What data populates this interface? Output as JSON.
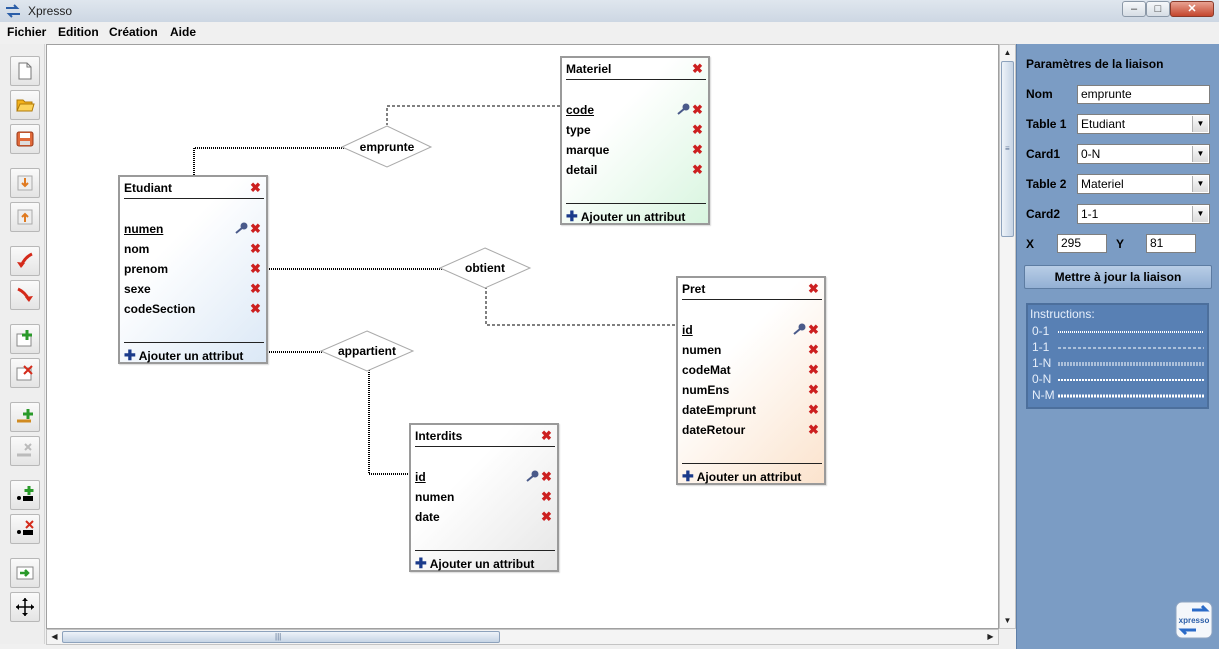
{
  "window": {
    "title": "Xpresso",
    "min": "–",
    "max": "□",
    "close": "✕"
  },
  "menu": [
    "Fichier",
    "Edition",
    "Création",
    "Aide"
  ],
  "toolbar_icons": [
    "new-file-icon",
    "open-folder-icon",
    "save-icon",
    "import-icon",
    "export-icon",
    "undo-icon",
    "redo-icon",
    "add-table-icon",
    "delete-table-icon",
    "add-relation-icon",
    "delete-relation-icon",
    "add-attribute-icon",
    "delete-attribute-icon",
    "generate-icon",
    "move-icon"
  ],
  "entities": {
    "etudiant": {
      "name": "Etudiant",
      "attributes": [
        "numen",
        "nom",
        "prenom",
        "sexe",
        "codeSection"
      ],
      "add": "Ajouter un attribut"
    },
    "materiel": {
      "name": "Materiel",
      "attributes": [
        "code",
        "type",
        "marque",
        "detail"
      ],
      "add": "Ajouter un attribut"
    },
    "pret": {
      "name": "Pret",
      "attributes": [
        "id",
        "numen",
        "codeMat",
        "numEns",
        "dateEmprunt",
        "dateRetour"
      ],
      "add": "Ajouter un attribut"
    },
    "interdits": {
      "name": "Interdits",
      "attributes": [
        "id",
        "numen",
        "date"
      ],
      "add": "Ajouter un attribut"
    }
  },
  "relations": {
    "emprunte": "emprunte",
    "obtient": "obtient",
    "appartient": "appartient"
  },
  "panel": {
    "title": "Paramètres de la liaison",
    "nom_label": "Nom",
    "nom_value": "emprunte",
    "table1_label": "Table 1",
    "table1_value": "Etudiant",
    "card1_label": "Card1",
    "card1_value": "0-N",
    "table2_label": "Table 2",
    "table2_value": "Materiel",
    "card2_label": "Card2",
    "card2_value": "1-1",
    "x_label": "X",
    "x_value": "295",
    "y_label": "Y",
    "y_value": "81",
    "update_button": "Mettre à jour la liaison",
    "instructions_title": "Instructions:",
    "legend": [
      "0-1",
      "1-1",
      "1-N",
      "0-N",
      "N-M"
    ],
    "logo_text": "xpresso"
  },
  "colors": {
    "panel_bg": "#7b9cc4",
    "delete_red": "#cc2020",
    "etudiant_bg": "#dbe8f6",
    "materiel_bg": "#d8f5df",
    "pret_bg": "#fbe3cd",
    "interdits_bg": "#e6e6e6"
  }
}
